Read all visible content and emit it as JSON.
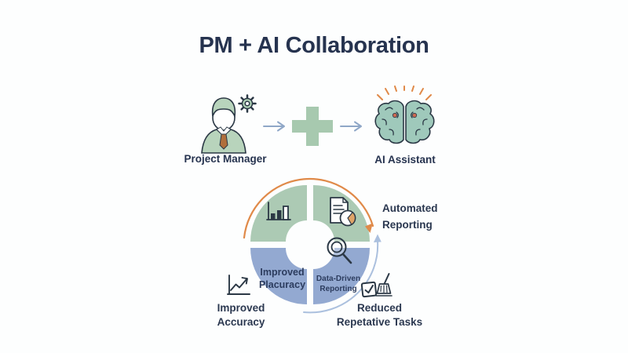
{
  "title": "PM + AI Collaboration",
  "actors": {
    "pm": {
      "label": "Project Manager",
      "icon": "person-gear-icon"
    },
    "ai": {
      "label": "AI Assistant",
      "icon": "brain-icon"
    }
  },
  "flow": {
    "plus_icon": "plus-icon",
    "arrow_icons": [
      "arrow-right-icon",
      "arrow-right-icon"
    ]
  },
  "benefits_wheel": {
    "quadrants": [
      {
        "position": "top-left",
        "icon": "bar-chart-icon",
        "label": ""
      },
      {
        "position": "top-right",
        "icon": "report-pie-icon",
        "label": ""
      },
      {
        "position": "bottom-left",
        "icon": null,
        "label": "Improved Placuracy"
      },
      {
        "position": "bottom-right",
        "icon": "magnifier-icon",
        "label": "Data-Driven Reporting"
      }
    ],
    "outer_labels": [
      {
        "position": "right",
        "text": "Automated Reporting",
        "icons": []
      },
      {
        "position": "bottom-right",
        "text": "Reduced Repetative Tasks",
        "icons": [
          "checkbox-icon",
          "broom-icon"
        ]
      },
      {
        "position": "bottom-left",
        "text": "Improved Accuracy",
        "icons": [
          "line-chart-icon"
        ]
      }
    ],
    "arcs": [
      {
        "name": "top-cycle-arc",
        "color_key": "arc_orange",
        "direction": "clockwise"
      },
      {
        "name": "bottom-cycle-arc",
        "color_key": "arc_blue",
        "direction": "counterclockwise"
      }
    ]
  },
  "colors": {
    "navy": "#26334f",
    "quadrant_green": "#accab4",
    "quadrant_blue": "#93a9d1",
    "plus_green": "#a7c9af",
    "arrow_blue": "#8fa7c7",
    "arc_orange": "#e08a49",
    "arc_blue": "#abc0de",
    "icon_stroke": "#2b3845",
    "brain_fill": "#9fc9bb",
    "person_green": "#b8d4bc",
    "gear_green": "#aed0b5",
    "dot_red": "#ce6a52",
    "pie_orange": "#dfa368",
    "tie_brown": "#b06f3c"
  }
}
